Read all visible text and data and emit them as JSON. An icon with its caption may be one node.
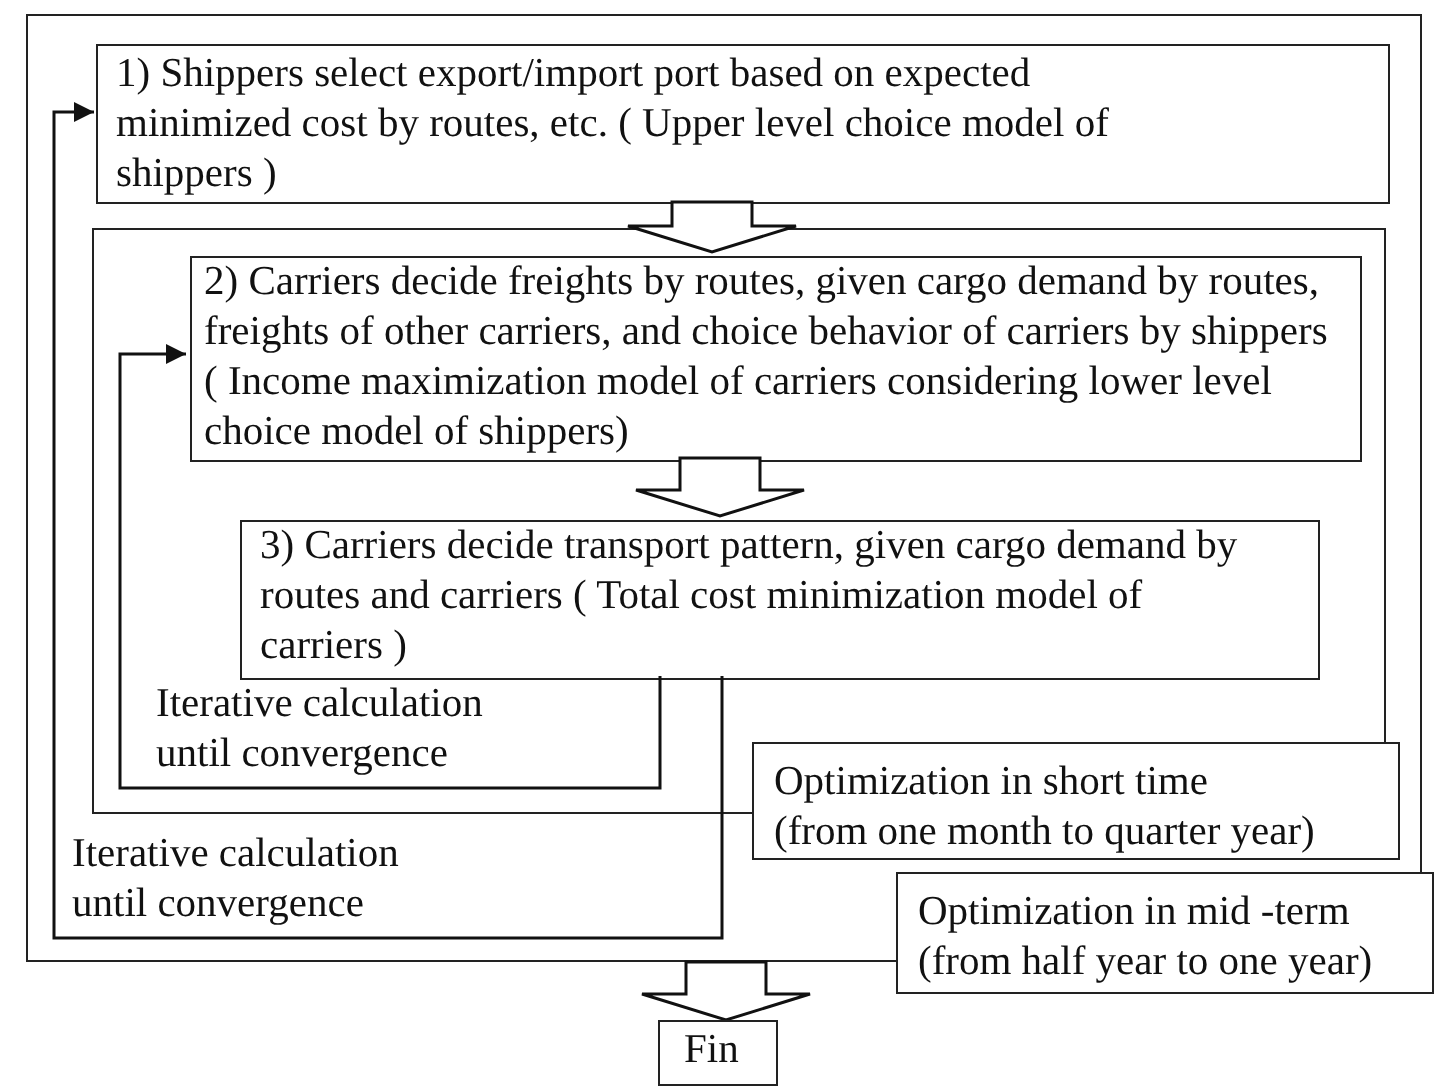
{
  "diagram": {
    "nodes": [
      {
        "text": [],
        "shape": "box"
      },
      {
        "text": [
          "1) Shippers select export/import port based on expected minimized cost by routes, etc. ( Upper level choice model of shippers )"
        ],
        "in": 0
      },
      {
        "text": [],
        "shape": "box",
        "in": 0
      },
      {
        "text": [
          "2) Carriers decide freights by routes, given cargo demand by routes, freights of other carriers, and choice behavior of carriers by shippers ( Income maximization model of carriers considering lower level choice model of shippers)"
        ],
        "in": 2
      },
      {
        "text": [
          "3) Carriers decide transport pattern, given cargo demand by routes and carriers ( Total cost minimization model of carriers )"
        ],
        "in": 2
      },
      {
        "text": [
          "Optimization in short time",
          "(from one month to quarter year)"
        ],
        "in": 0
      },
      {
        "text": [
          "Optimization in mid -term",
          "(from half year to one year)"
        ]
      },
      {
        "text": [
          "Fin"
        ]
      }
    ],
    "edges": [
      {
        "from": 1,
        "to": 3,
        "arrow": "to",
        "style": "thick"
      },
      {
        "from": 3,
        "to": 4,
        "arrow": "to",
        "style": "thick"
      },
      {
        "from": 4,
        "to": 3,
        "arrow": "to"
      },
      {
        "from": 4,
        "to": 1,
        "arrow": "to"
      },
      {
        "from": 0,
        "to": 7,
        "arrow": "to",
        "style": "thick"
      }
    ],
    "labels": [
      "Iterative calculation until convergence",
      "Iterative calculation until convergence"
    ]
  }
}
